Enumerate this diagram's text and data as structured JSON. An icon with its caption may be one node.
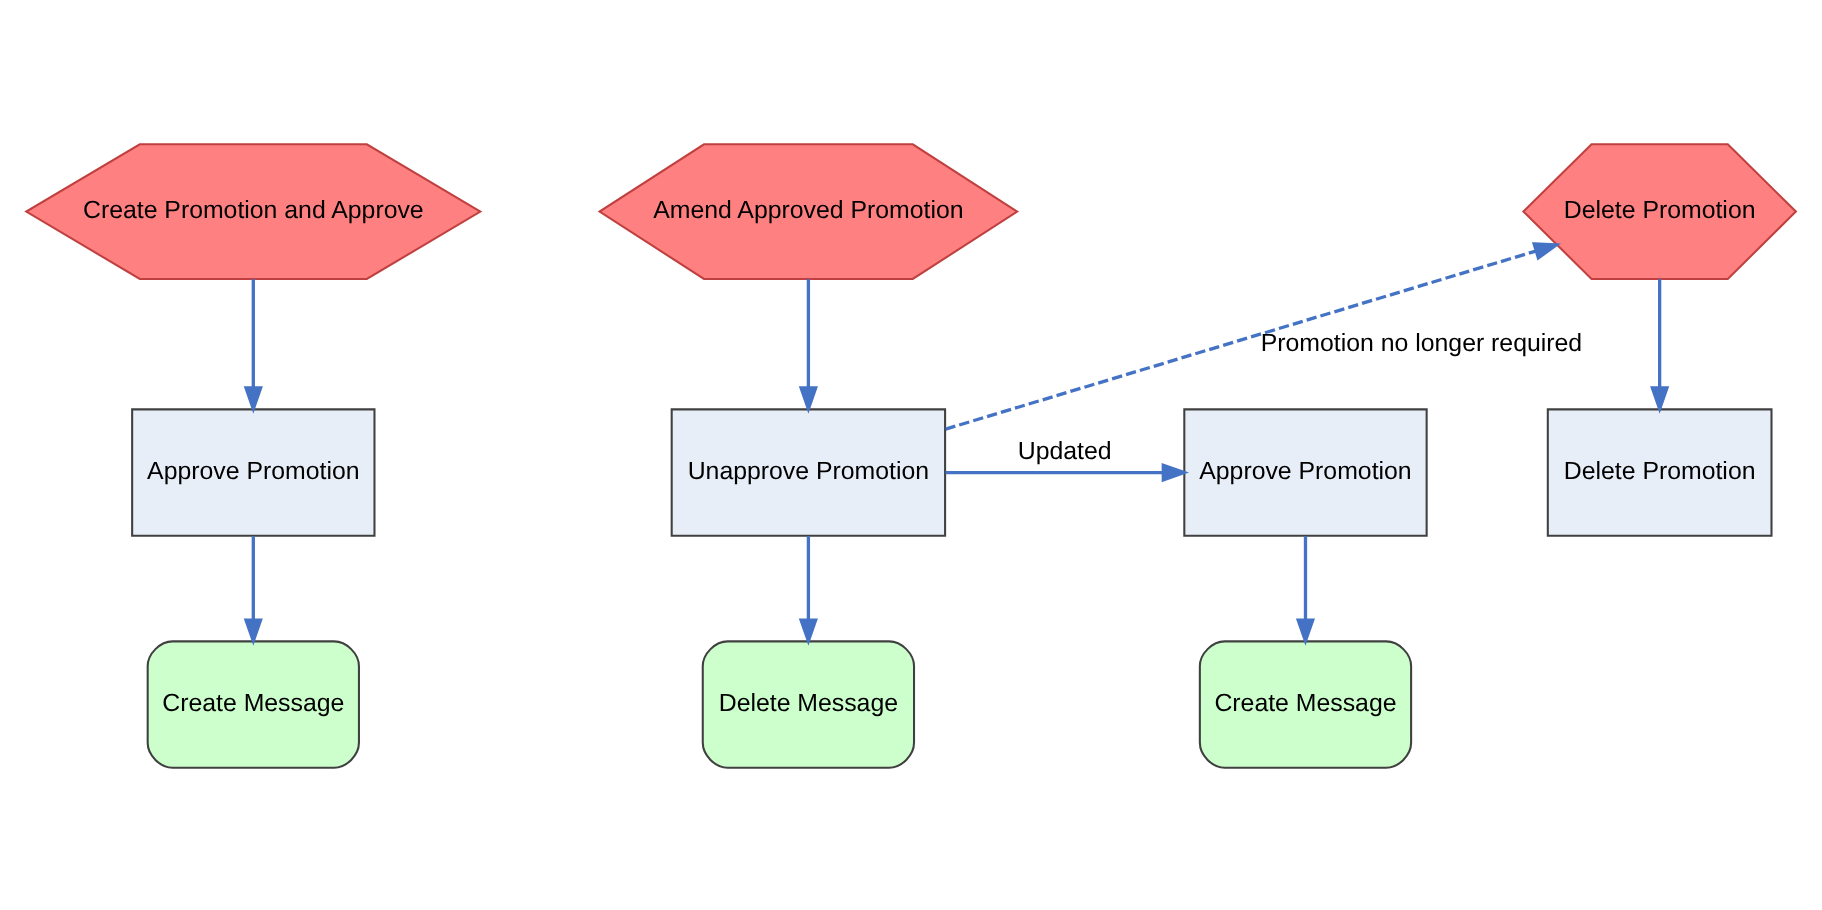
{
  "diagram": {
    "nodes": [
      {
        "text": [
          "Create Promotion and Approve"
        ]
      },
      {
        "text": [
          "Amend Approved Promotion"
        ]
      },
      {
        "text": [
          "Delete Promotion"
        ]
      },
      {
        "text": [
          "Approve Promotion"
        ]
      },
      {
        "text": [
          "Unapprove Promotion"
        ]
      },
      {
        "text": [
          "Approve Promotion"
        ]
      },
      {
        "text": [
          "Delete Promotion"
        ]
      },
      {
        "text": [
          "Create Message"
        ]
      },
      {
        "text": [
          "Delete Message"
        ]
      },
      {
        "text": [
          "Create Message"
        ]
      }
    ],
    "edges": [
      {
        "from": 0,
        "to": 3,
        "arrow": "to"
      },
      {
        "from": 3,
        "to": 7,
        "arrow": "to"
      },
      {
        "from": 1,
        "to": 4,
        "arrow": "to"
      },
      {
        "from": 4,
        "to": 8,
        "arrow": "to"
      },
      {
        "from": 4,
        "to": 5,
        "arrow": "to",
        "label": "Updated"
      },
      {
        "from": 4,
        "to": 2,
        "arrow": "to",
        "label": "Promotion no longer required",
        "style": "dashed"
      },
      {
        "from": 5,
        "to": 9,
        "arrow": "to"
      },
      {
        "from": 2,
        "to": 6,
        "arrow": "to"
      }
    ]
  }
}
